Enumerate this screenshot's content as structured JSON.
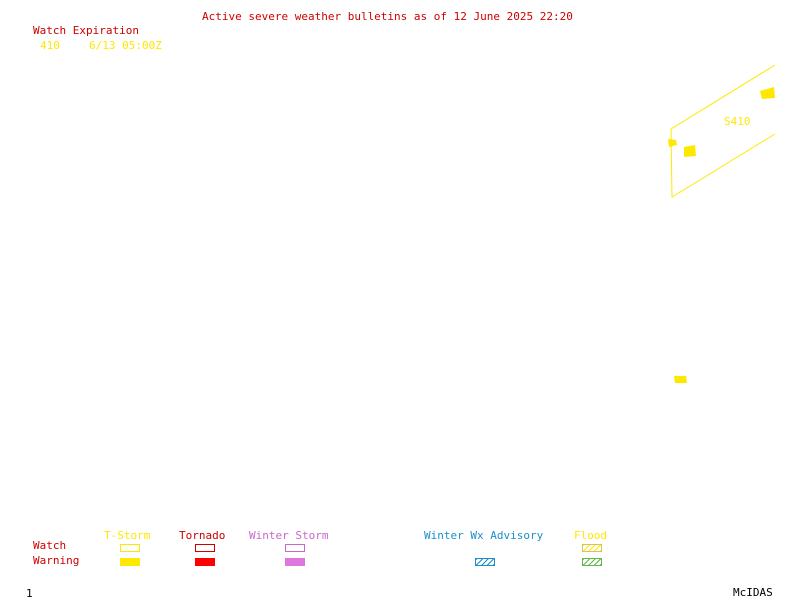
{
  "title": "Active severe weather bulletins as of 12 June 2025 22:20",
  "watch_expiration": {
    "heading": "Watch Expiration",
    "rows": [
      {
        "id": "410",
        "expires": "6/13 05:00Z"
      }
    ]
  },
  "map": {
    "watch_label": "S410",
    "colors": {
      "tstorm": "#ffe800"
    }
  },
  "legend": {
    "row_labels": {
      "watch": "Watch",
      "warning": "Warning"
    },
    "categories": [
      {
        "key": "tstorm",
        "label": "T-Storm",
        "color": "#ffe800"
      },
      {
        "key": "tornado",
        "label": "Tornado",
        "color": "#cc0000"
      },
      {
        "key": "winter_storm",
        "label": "Winter Storm",
        "color": "#cc66cc"
      },
      {
        "key": "winter_wx_advisory",
        "label": "Winter Wx Advisory",
        "color": "#1a8fcc"
      },
      {
        "key": "flood",
        "label": "Flood",
        "color": "#ffe800"
      }
    ]
  },
  "footer": {
    "frame_number": "1",
    "product": "McIDAS"
  }
}
